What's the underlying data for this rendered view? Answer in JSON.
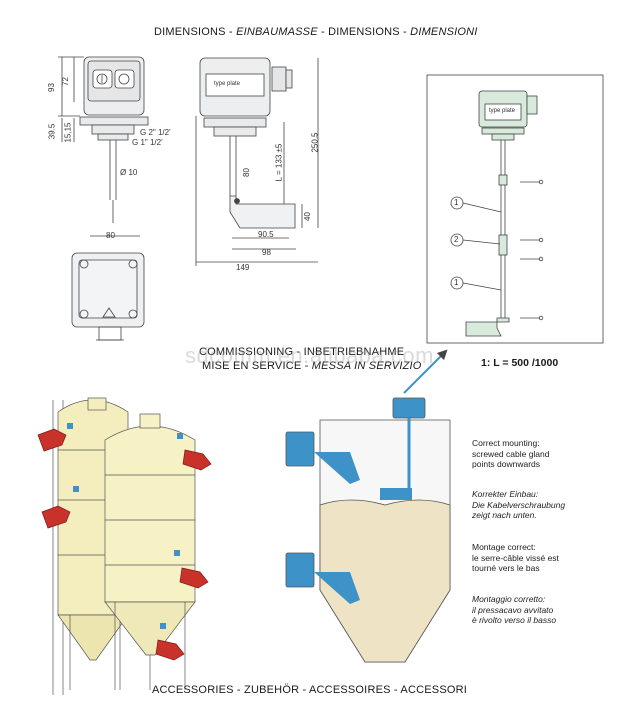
{
  "headings": {
    "dimensions": [
      "DIMENSIONS - ",
      "EINBAUMASSE",
      " - DIMENSIONS - ",
      "DIMENSIONI"
    ],
    "commissioning_line1": "COMMISSIONING - INBETRIEBNAHME",
    "commissioning_line2a": "MISE EN SERVICE - ",
    "commissioning_line2b": "MESSA IN SERVIZIO",
    "accessories": "ACCESSORIES - ZUBEHÖR - ACCESSOIRES - ACCESSORI"
  },
  "dimensions_front": {
    "d93": "93",
    "d72": "72",
    "d395": "39.5",
    "d1515": "15,15",
    "thread1": "G 2\" 1/2'",
    "thread2": "G 1\" 1/2'",
    "shaft": "Ø 10",
    "d80": "80"
  },
  "dimensions_side": {
    "type_plate": "type plate",
    "length": "L = 133 ±5",
    "d80": "80",
    "d2505": "250.5",
    "d40": "40",
    "d905": "90.5",
    "d98": "98",
    "d149": "149"
  },
  "detail": {
    "type_plate": "type plate",
    "callouts": [
      "1",
      "2",
      "1"
    ],
    "scale_label": "1: L = 500 /1000"
  },
  "mounting_notes": {
    "en": [
      "Correct mounting:",
      "screwed cable gland",
      "points downwards"
    ],
    "de": [
      "Korrekter Einbau:",
      "Die Kabelverschraubung",
      "zeigt nach unten."
    ],
    "fr": [
      "Montage correct:",
      "le serre-câble vissé est",
      "tourné vers le bas"
    ],
    "it": [
      "Montaggio corretto:",
      "il pressacavo avvitato",
      "è rivolto verso il basso"
    ]
  },
  "watermark": "sdcomm.en.alibaba.com",
  "colors": {
    "device_blue": "#3d93c8",
    "silo_cream": "#f6f0c4",
    "pellet": "#efe3c6",
    "glove_red": "#c8322b"
  }
}
